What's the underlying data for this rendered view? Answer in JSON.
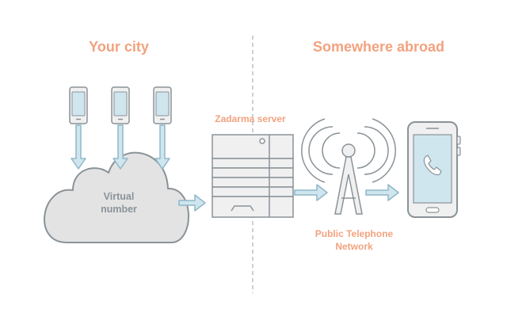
{
  "headings": {
    "left": "Your city",
    "right": "Somewhere abroad"
  },
  "labels": {
    "server": "Zadarma server",
    "cloud_line1": "Virtual",
    "cloud_line2": "number",
    "pstn_line1": "Public Telephone",
    "pstn_line2": "Network"
  },
  "colors": {
    "accent": "#f2a27e",
    "arrow_fill": "#cfe6ef",
    "arrow_stroke": "#8fb7c7",
    "outline": "#8a9398",
    "cloud_fill": "#e3e3e3",
    "device_fill": "#f0f0f0",
    "screen_fill": "#cfe6ef",
    "divider": "#9aa0a4"
  },
  "icons": [
    "mobile-phone-icon",
    "cloud-icon",
    "server-icon",
    "radio-tower-icon",
    "smartphone-call-icon",
    "phone-handset-icon"
  ]
}
